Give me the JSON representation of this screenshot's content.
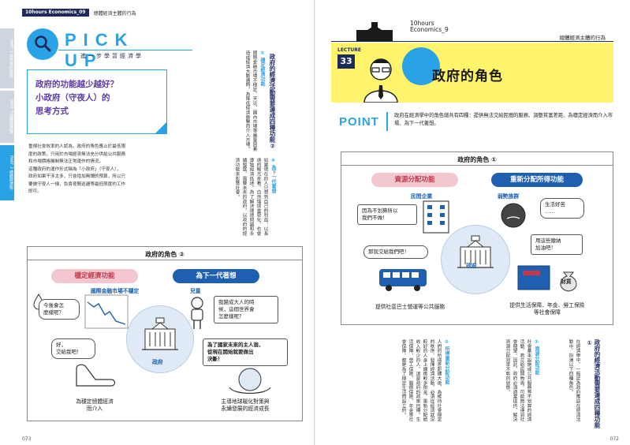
{
  "left_page": {
    "header_tag": "10hours Economics_09",
    "header_title": "總體經濟主體的行為",
    "side_tabs": [
      "PART 1 經濟學的基礎",
      "PART 2 總體經濟學",
      "PART 3 個體經濟學"
    ],
    "pick_up": {
      "title": "PICK UP",
      "subtitle": "進一步學習經濟學"
    },
    "quote": [
      "政府的功能越少越好？",
      "小政府（守夜人）的",
      "思考方式"
    ],
    "body_paragraph": [
      "重視社會效率的人認為，政府的角色應止於最低限",
      "度的政策，只用於市場經濟無法充分供給公共服務",
      "和市場價格機制無法正常運作的情況。",
      "這種政府的運作形式稱為「小政府」（守夜人），",
      "政府如果干涉太多，只會增加無謂的預算，所以只",
      "要做守夜人一樣，負責夜間巡邏等最低限度的工作",
      "即可。"
    ],
    "vertical_heading": "政府的經濟活動需要達成四種功能②",
    "vertical_sub_3": "③ 穩定經濟功能",
    "vertical_text_3": "國際金融市場不穩定、天災、國內市場等嚴重因素造成經濟大動盪時，為降低經濟衝擊而介入市場。",
    "vertical_sub_4": "④ 為下一代著想",
    "vertical_text_4": "如果現在的人只想到自己的利益，以長遠的眼光來看，自然環境會惡化，也會導致經濟低迷。為了解決環境問題和永續發展，需要未來的政府，以政府的經濟功能來影響社會。",
    "diagram2": {
      "title": "政府的角色 ②",
      "pill_left": "穩定經濟功能",
      "pill_right": "為下一代著想",
      "label_market": "國際金融市場不穩定",
      "bubble_economy": "今後會怎\n麼樣呢？",
      "label_child": "兒童",
      "bubble_child": "我變成大人的時\n候，這個世界會\n怎麼樣呢？",
      "bubble_hand": "好，\n交給我吧！",
      "label_gov": "政府",
      "bubble_future": "為了國家未來的主人翁，\n從現在開始就要做出\n決斷！",
      "caption_left": "為穩定總體經濟\n而介入",
      "caption_right": "主導地球暖化對策與\n永續發展的經濟成長"
    },
    "page_number": "073"
  },
  "right_page": {
    "header_tag": "10hours\nEconomics_9",
    "header_title": "總體經濟主體的行為",
    "lecture_label": "LECTURE",
    "lecture_number": "33",
    "lecture_title": "政府的角色",
    "point_label": "POINT",
    "point_text": "政府在經濟學中的角色總共有四種：提供無法交給民間的服務、調整貧富差距、為穩定經濟而介入市場、為下一代著想。",
    "diagram1": {
      "title": "政府的角色 ①",
      "pill_left": "資源分配功能",
      "pill_right": "重新分配所得功能",
      "label_private": "民間企業",
      "bubble_private": "因為不划算所以\n我們不做！",
      "label_weak": "弱勢族群",
      "bubble_weak": "生活好苦\n……",
      "bubble_gov": "那就交給我們吧！",
      "bubble_tax": "用這些繳納\n加油吧！",
      "label_gov": "政府",
      "label_money": "財貨",
      "caption_left": "提供社區巴士營運等公共服務",
      "caption_right": "提供生活保障、年金、勞工保險\n等社會保障"
    },
    "vertical_heading": "政府的經濟活動需要達成四種功能①",
    "vertical_intro": "在經濟學中，一般認為政府應該在經濟活動中，扮演以下四種角色。",
    "vertical_sub_1": "① 資源分配功能",
    "vertical_text_1": "社會基本設施或公共服務等不划算的經濟活動，若交給民間負責，可能無法達到社會期望。因此，政府必須適當提供，解決資源分配效率不彰的狀態。",
    "vertical_sub_2": "② 所得重新分配功能",
    "vertical_text_2": "人們的所得差距擴大後，為維持社會穩定的秩序，發揮經濟活動，必須從經濟狀況較好的人身上課徵較多稅金，重新分配給收入較少的人，這是政府的政策目標。生活保障、勞工保險、醫療保險、年金等社會保障，都是為了穩定生活而設立的。",
    "page_number": "072"
  },
  "colors": {
    "accent_blue": "#2aa3e6",
    "navy": "#1e2a5a",
    "lecture_yellow": "#fff46b",
    "purple_text": "#5b3aa6",
    "pink_pill": "#f3c7cf",
    "blue_pill": "#1e5fb0"
  }
}
